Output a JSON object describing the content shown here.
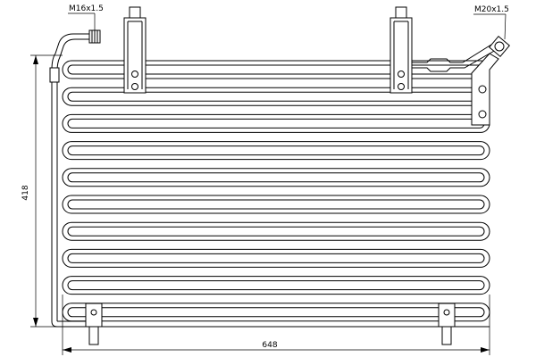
{
  "labels": {
    "inlet_thread": "M16x1.5",
    "outlet_thread": "M20x1.5",
    "height_dim": "418",
    "width_dim": "648"
  }
}
